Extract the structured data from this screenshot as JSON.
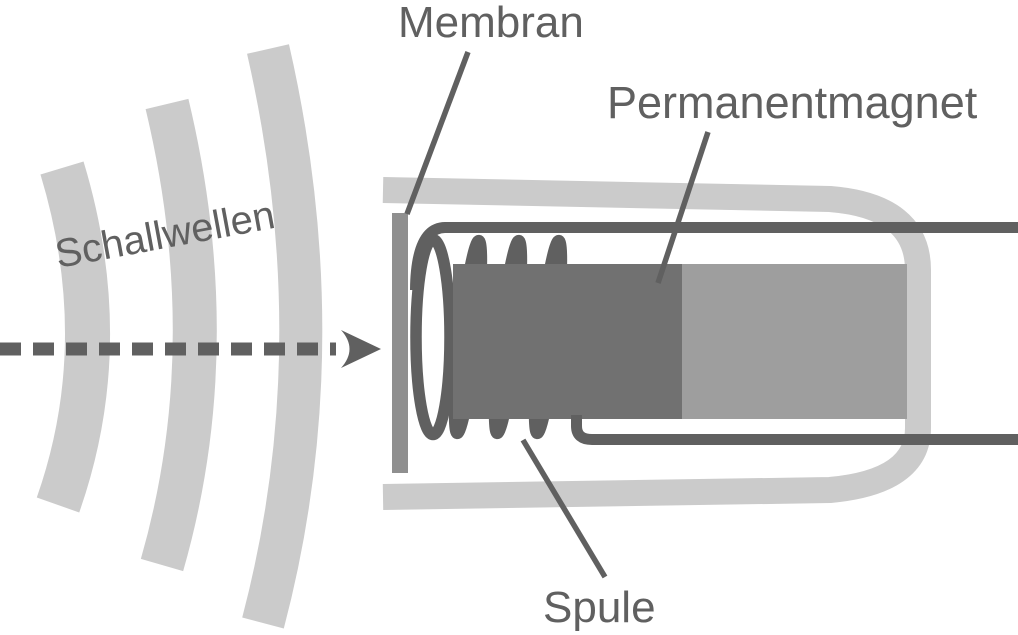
{
  "diagram": {
    "labels": {
      "sound_waves": "Schallwellen",
      "membrane": "Membran",
      "permanent_magnet": "Permanentmagnet",
      "coil": "Spule"
    },
    "colors": {
      "dark_gray": "#606060",
      "magnet_dark": "#717171",
      "membrane_gray": "#8f8f8f",
      "magnet_light": "#9e9e9e",
      "light_gray": "#cbcbcb",
      "background": "#ffffff"
    }
  }
}
